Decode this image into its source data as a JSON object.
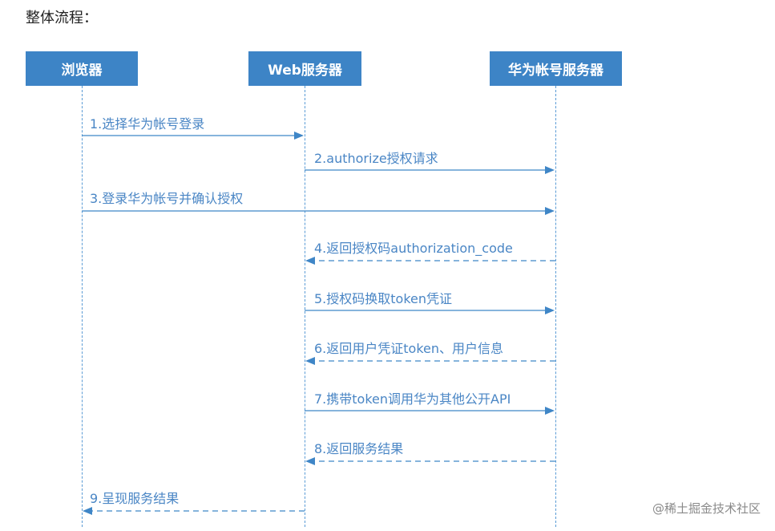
{
  "heading": "整体流程：",
  "actors": {
    "browser": "浏览器",
    "web": "Web服务器",
    "huawei": "华为帐号服务器"
  },
  "messages": [
    {
      "label": "1.选择华为帐号登录",
      "from": "browser",
      "to": "web",
      "style": "solid"
    },
    {
      "label": "2.authorize授权请求",
      "from": "web",
      "to": "huawei",
      "style": "solid"
    },
    {
      "label": "3.登录华为帐号并确认授权",
      "from": "browser",
      "to": "huawei",
      "style": "solid"
    },
    {
      "label": "4.返回授权码authorization_code",
      "from": "huawei",
      "to": "web",
      "style": "dashed"
    },
    {
      "label": "5.授权码换取token凭证",
      "from": "web",
      "to": "huawei",
      "style": "solid"
    },
    {
      "label": "6.返回用户凭证token、用户信息",
      "from": "huawei",
      "to": "web",
      "style": "dashed"
    },
    {
      "label": "7.携带token调用华为其他公开API",
      "from": "web",
      "to": "huawei",
      "style": "solid"
    },
    {
      "label": "8.返回服务结果",
      "from": "huawei",
      "to": "web",
      "style": "dashed"
    },
    {
      "label": "9.呈现服务结果",
      "from": "web",
      "to": "browser",
      "style": "dashed"
    }
  ],
  "watermark": "@稀土掘金技术社区",
  "colors": {
    "actor_fill": "#3d84c6",
    "arrow": "#3f86c7",
    "label": "#4a86c5"
  }
}
